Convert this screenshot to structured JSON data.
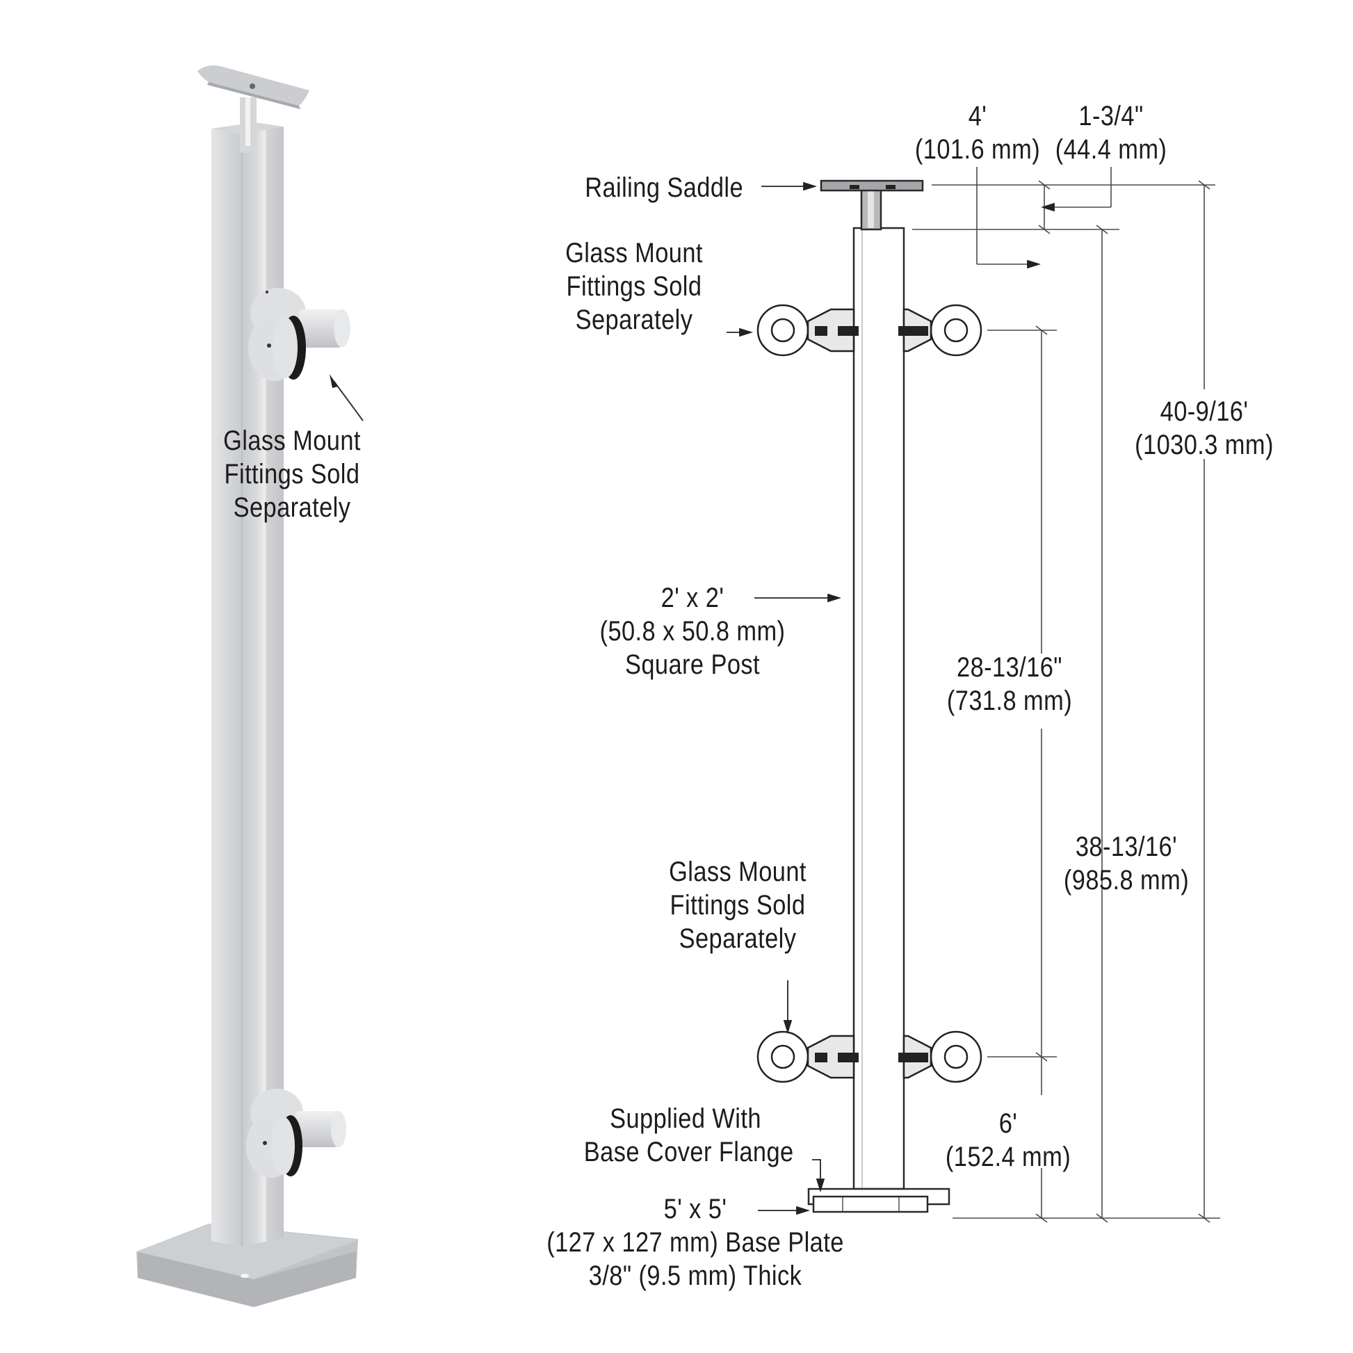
{
  "product_photo": {
    "callout": {
      "lines": [
        "Glass Mount",
        "Fittings Sold",
        "Separately"
      ]
    },
    "colors": {
      "steel_light": "#d9dadc",
      "steel_mid": "#c4c6c9",
      "steel_dark": "#a9acb0",
      "gasket": "#1b1b1b"
    }
  },
  "drawing": {
    "labels": {
      "railing_saddle": "Railing Saddle",
      "glass_mount_top": [
        "Glass Mount",
        "Fittings Sold",
        "Separately"
      ],
      "glass_mount_bottom": [
        "Glass Mount",
        "Fittings Sold",
        "Separately"
      ],
      "square_post": [
        "2' x 2'",
        "(50.8 x 50.8 mm)",
        "Square Post"
      ],
      "base_cover": [
        "Supplied With",
        "Base Cover Flange"
      ],
      "base_plate": [
        "5' x 5'",
        "(127 x 127 mm) Base Plate",
        "3/8\" (9.5 mm) Thick"
      ]
    },
    "dimensions": {
      "saddle_width": [
        "4'",
        "(101.6 mm)"
      ],
      "saddle_height": [
        "1-3/4\"",
        "(44.4 mm)"
      ],
      "overall_height": [
        "40-9/16'",
        "(1030.3 mm)"
      ],
      "post_height": [
        "38-13/16'",
        "(985.8 mm)"
      ],
      "fitting_spacing": [
        "28-13/16\"",
        "(731.8 mm)"
      ],
      "bottom_fitting_height": [
        "6'",
        "(152.4 mm)"
      ]
    },
    "colors": {
      "line": "#2a2a2a",
      "dim_line": "#555555",
      "fitting_fill": "#e6e6e6",
      "fitting_dark": "#222222"
    }
  }
}
